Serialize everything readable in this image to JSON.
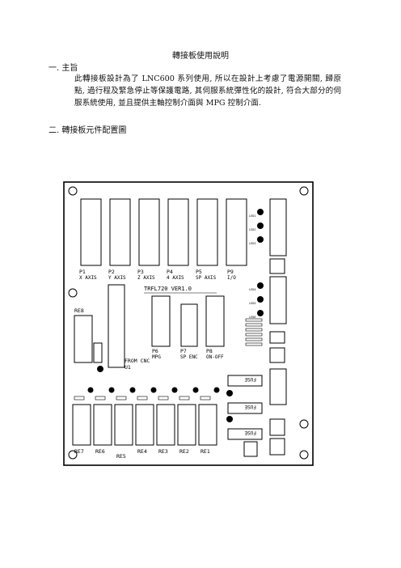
{
  "doc": {
    "title": "轉接板使用說明",
    "sec1_heading": "一.  主旨",
    "sec1_body": "此轉接板設計為了 LNC600 系列使用, 所以在設計上考慮了電源開關, 歸原點, 過行程及緊急停止等保護電路, 其伺服系統彈性化的設計, 符合大部分的伺服系統使用, 並且提供主軸控制介面與 MPG 控制介面.",
    "sec2_heading": "二.  轉接板元件配置圖"
  },
  "board": {
    "board_name": "TRFL720 VER1.0",
    "connectors_top": [
      {
        "ref": "P1",
        "label": "X AXIS"
      },
      {
        "ref": "P2",
        "label": "Y AXIS"
      },
      {
        "ref": "P3",
        "label": "Z AXIS"
      },
      {
        "ref": "P4",
        "label": "4 AXIS"
      },
      {
        "ref": "P5",
        "label": "SP AXIS"
      },
      {
        "ref": "P9",
        "label": "I/O"
      }
    ],
    "connectors_mid": [
      {
        "ref": "P6",
        "label": "MPG"
      },
      {
        "ref": "P7",
        "label": "SP ENC"
      },
      {
        "ref": "P8",
        "label": "ON-OFF"
      }
    ],
    "u1_label": "FROM CNC",
    "u1_ref": "U1",
    "re8_label": "RE8",
    "relays_bottom": [
      "RE7",
      "RE6",
      "RE5",
      "RE4",
      "RE3",
      "RE2",
      "RE1"
    ],
    "fuse_label": "FUSE",
    "right_labels": [
      "LED1",
      "LED2",
      "LED3",
      "LED4",
      "LED5",
      "LED6"
    ]
  }
}
